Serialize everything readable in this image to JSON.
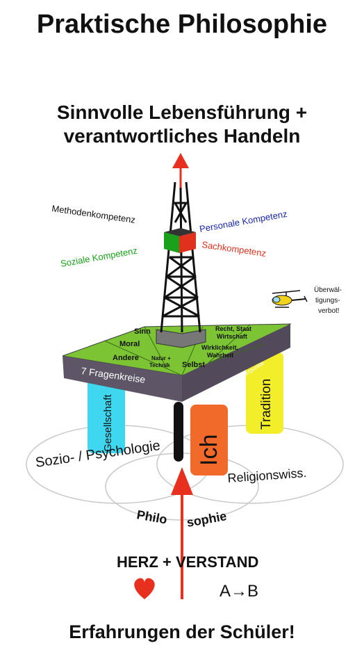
{
  "title": "Praktische Philosophie",
  "goal": {
    "line1": "Sinnvolle Lebensführung +",
    "line2": "verantwortliches Handeln"
  },
  "competences": {
    "method": "Methodenkompetenz",
    "personal": "Personale Kompetenz",
    "social": "Soziale Kompetenz",
    "subject": "Sachkompetenz"
  },
  "competence_colors": {
    "method": "#111111",
    "personal": "#1a2aa8",
    "social": "#1aa01a",
    "subject": "#e0301e"
  },
  "helicopter_note": {
    "line1": "Überwäl-",
    "line2": "tigungs-",
    "line3": "verbot!"
  },
  "platform": {
    "label": "7 Fragenkreise",
    "side_label": "jeweils 2 Schwerpunkte",
    "fields": {
      "sinn": "Sinn",
      "moral": "Moral",
      "andere": "Andere",
      "natur_line1": "Natur +",
      "natur_line2": "Technik",
      "selbst": "Selbst",
      "recht_line1": "Recht, Staat",
      "recht_line2": "Wirtschaft",
      "wirk_line1": "Wirklichkeit,",
      "wirk_line2": "Wahrheit"
    }
  },
  "pillars": {
    "gesellschaft": "Gesellschaft",
    "ich": "Ich",
    "tradition": "Tradition"
  },
  "pillar_colors": {
    "gesellschaft": "#3fd6f0",
    "ich": "#f26a2a",
    "tradition": "#f2ee2a"
  },
  "sciences": {
    "sozio": "Sozio- / Psychologie",
    "religion": "Religionswiss.",
    "philosophie_a": "Philo",
    "philosophie_b": "sophie"
  },
  "foundation": {
    "heart_mind": "HERZ + VERSTAND",
    "logic": "A→B",
    "heart_icon": "heart-icon"
  },
  "base": "Erfahrungen der Schüler!",
  "colors": {
    "arrow": "#e8301e",
    "platform_top": "#7cc434",
    "platform_side": "#5e5566",
    "tower": "#111111"
  }
}
